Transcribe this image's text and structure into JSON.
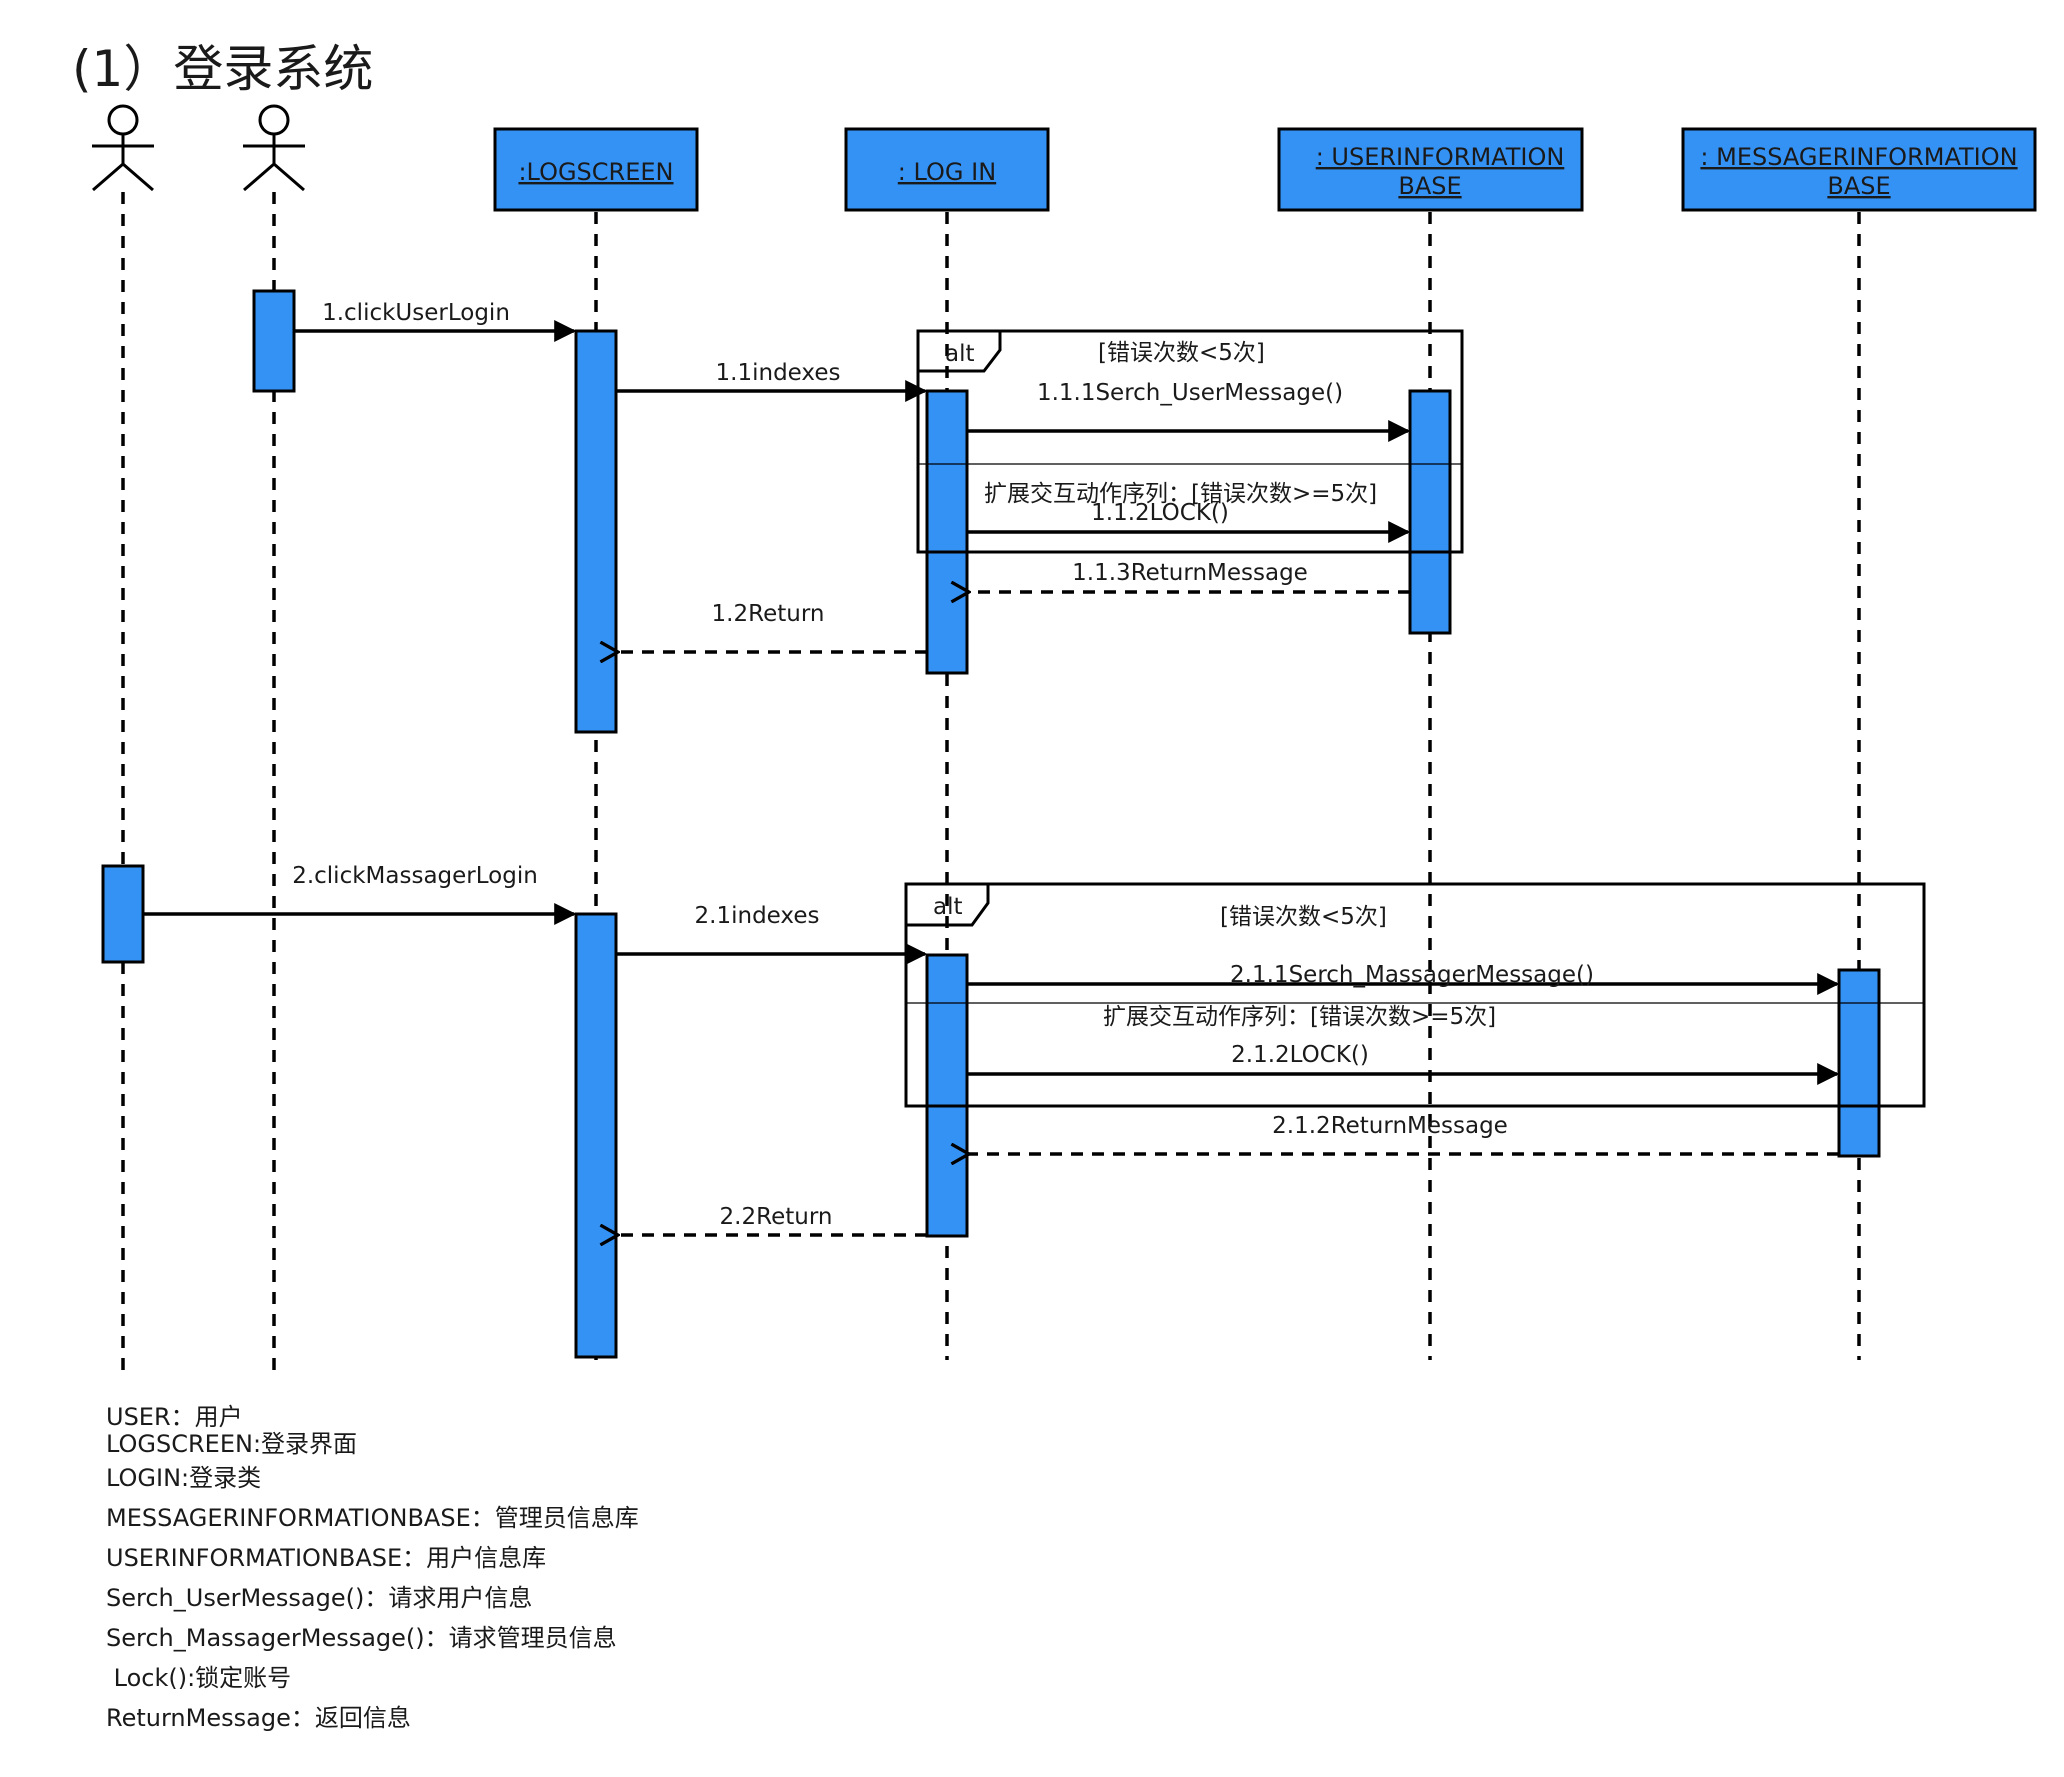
{
  "title": "(1）登录系统",
  "colors": {
    "box_fill": "#3592f5",
    "line": "#000000"
  },
  "objects": [
    ":LOGSCREEN",
    ": LOG IN",
    [
      ":  USERINFORMATION",
      "BASE"
    ],
    [
      ":  MESSAGERINFORMATION",
      "BASE"
    ]
  ],
  "actors": [
    "actor-icon",
    "actor-icon"
  ],
  "fragments": [
    {
      "operator": "alt",
      "guard1": "[错误次数<5次]",
      "guard2": "扩展交互动作序列：[错误次数>=5次]"
    },
    {
      "operator": "alt",
      "guard1": "[错误次数<5次]",
      "guard2": "扩展交互动作序列：[错误次数>=5次]"
    }
  ],
  "messages": [
    "1.clickUserLogin",
    "1.1indexes",
    "1.1.1Serch_UserMessage()",
    "1.1.2LOCK()",
    "1.1.3ReturnMessage",
    "1.2Return",
    "2.clickMassagerLogin",
    "2.1indexes",
    "2.1.1Serch_MassagerMessage()",
    "2.1.2LOCK()",
    "2.1.2ReturnMessage",
    "2.2Return"
  ],
  "legend": [
    "USER：用户",
    "LOGSCREEN:登录界面",
    "LOGIN:登录类",
    "MESSAGERINFORMATIONBASE：管理员信息库",
    "USERINFORMATIONBASE：用户信息库",
    "Serch_UserMessage()：请求用户信息",
    "Serch_MassagerMessage()：请求管理员信息",
    " Lock():锁定账号",
    "ReturnMessage：返回信息"
  ]
}
